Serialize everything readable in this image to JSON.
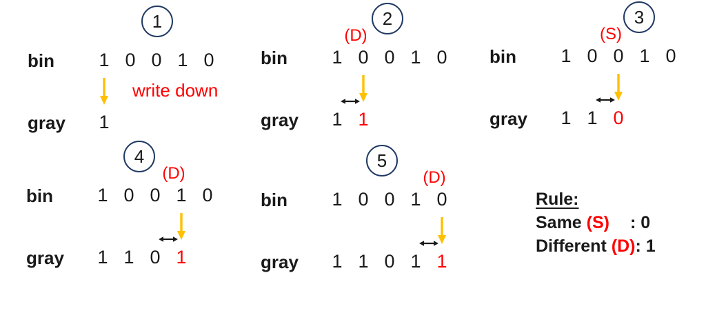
{
  "row_labels": {
    "bin": "bin",
    "gray": "gray"
  },
  "steps": [
    {
      "num": "1",
      "bin": [
        "1",
        "0",
        "0",
        "1",
        "0"
      ],
      "pair_start": -1,
      "pair_label": "",
      "arrow_bit": 0,
      "note": "write down",
      "gray": [
        "1"
      ],
      "red_last": false
    },
    {
      "num": "2",
      "bin": [
        "1",
        "0",
        "0",
        "1",
        "0"
      ],
      "pair_start": 0,
      "pair_label": "(D)",
      "arrow_bit": 1,
      "note": "",
      "gray": [
        "1",
        "1"
      ],
      "red_last": true
    },
    {
      "num": "3",
      "bin": [
        "1",
        "0",
        "0",
        "1",
        "0"
      ],
      "pair_start": 1,
      "pair_label": "(S)",
      "arrow_bit": 2,
      "note": "",
      "gray": [
        "1",
        "1",
        "0"
      ],
      "red_last": true
    },
    {
      "num": "4",
      "bin": [
        "1",
        "0",
        "0",
        "1",
        "0"
      ],
      "pair_start": 2,
      "pair_label": "(D)",
      "arrow_bit": 3,
      "note": "",
      "gray": [
        "1",
        "1",
        "0",
        "1"
      ],
      "red_last": true
    },
    {
      "num": "5",
      "bin": [
        "1",
        "0",
        "0",
        "1",
        "0"
      ],
      "pair_start": 3,
      "pair_label": "(D)",
      "arrow_bit": 4,
      "note": "",
      "gray": [
        "1",
        "1",
        "0",
        "1",
        "1"
      ],
      "red_last": true
    }
  ],
  "rule": {
    "title": "Rule:",
    "same_word": "Same",
    "same_tag": "(S)",
    "same_value": ": 0",
    "diff_word": "Different",
    "diff_tag": "(D)",
    "diff_value": ": 1"
  },
  "colors": {
    "red": "#ff0000",
    "gold": "#ffc000",
    "navy": "#203a64",
    "ink": "#1a1a1a"
  }
}
